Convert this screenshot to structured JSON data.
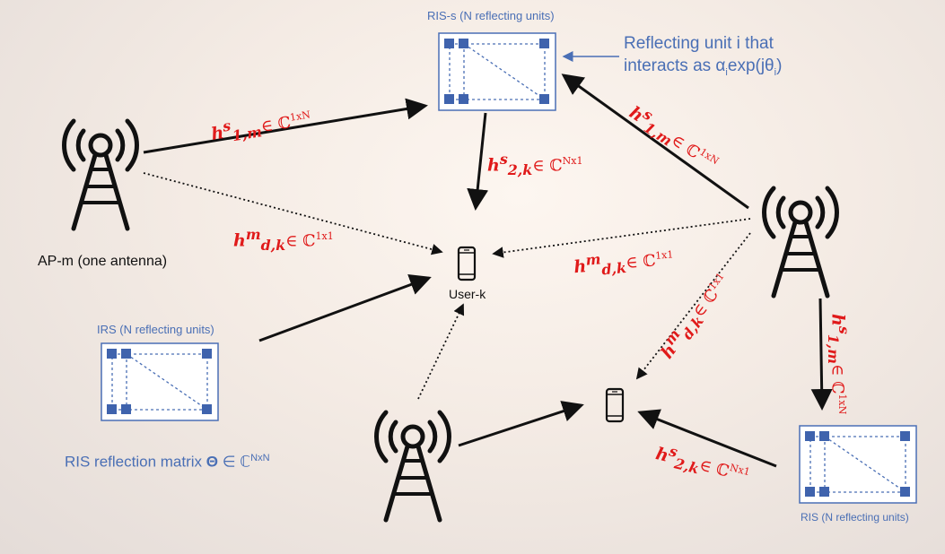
{
  "labels": {
    "ris_s_title": "RIS-s  (N reflecting units)",
    "reflecting_unit_line1": "Reflecting unit i that",
    "reflecting_unit_line2": "interacts as α",
    "reflecting_unit_sub": "i",
    "reflecting_unit_tail": "exp(jθ",
    "reflecting_unit_sub2": "i",
    "reflecting_unit_close": ")",
    "ap_m": "AP-m (one antenna)",
    "irs_title": "IRS (N reflecting units)",
    "user_k": "User-k",
    "ris_matrix": "RIS reflection matrix ",
    "ris_matrix_symbol": "Θ",
    "ris_matrix_set": " ∈ ℂ",
    "ris_matrix_dim": "NxN",
    "ris_bottom": "RIS (N reflecting units)"
  },
  "channels": [
    {
      "h": "h",
      "sup": "s",
      "sub": "1,m",
      "set": "∈ ℂ",
      "dim": "1xN"
    },
    {
      "h": "h",
      "sup": "s",
      "sub": "2,k",
      "set": "∈ ℂ",
      "dim": "Nx1"
    },
    {
      "h": "h",
      "sup": "m",
      "sub": "d,k",
      "set": "∈ ℂ",
      "dim": "1x1"
    },
    {
      "h": "h",
      "sup": "s",
      "sub": "1,m",
      "set": "∈ ℂ",
      "dim": "1xN"
    },
    {
      "h": "h",
      "sup": "m",
      "sub": "d,k",
      "set": "∈ ℂ",
      "dim": "1x1"
    },
    {
      "h": "h",
      "sup": "m",
      "sub": "d,k",
      "set": "∈ ℂ",
      "dim": "1x1"
    },
    {
      "h": "h",
      "sup": "s",
      "sub": "1,m",
      "set": "∈ ℂ",
      "dim": "1xN"
    },
    {
      "h": "h",
      "sup": "s",
      "sub": "2,k",
      "set": "∈ ℂ",
      "dim": "Nx1"
    }
  ],
  "colors": {
    "label_blue": "#4a6fb5",
    "channel_red": "#e01a1a",
    "arrow": "#111111"
  }
}
